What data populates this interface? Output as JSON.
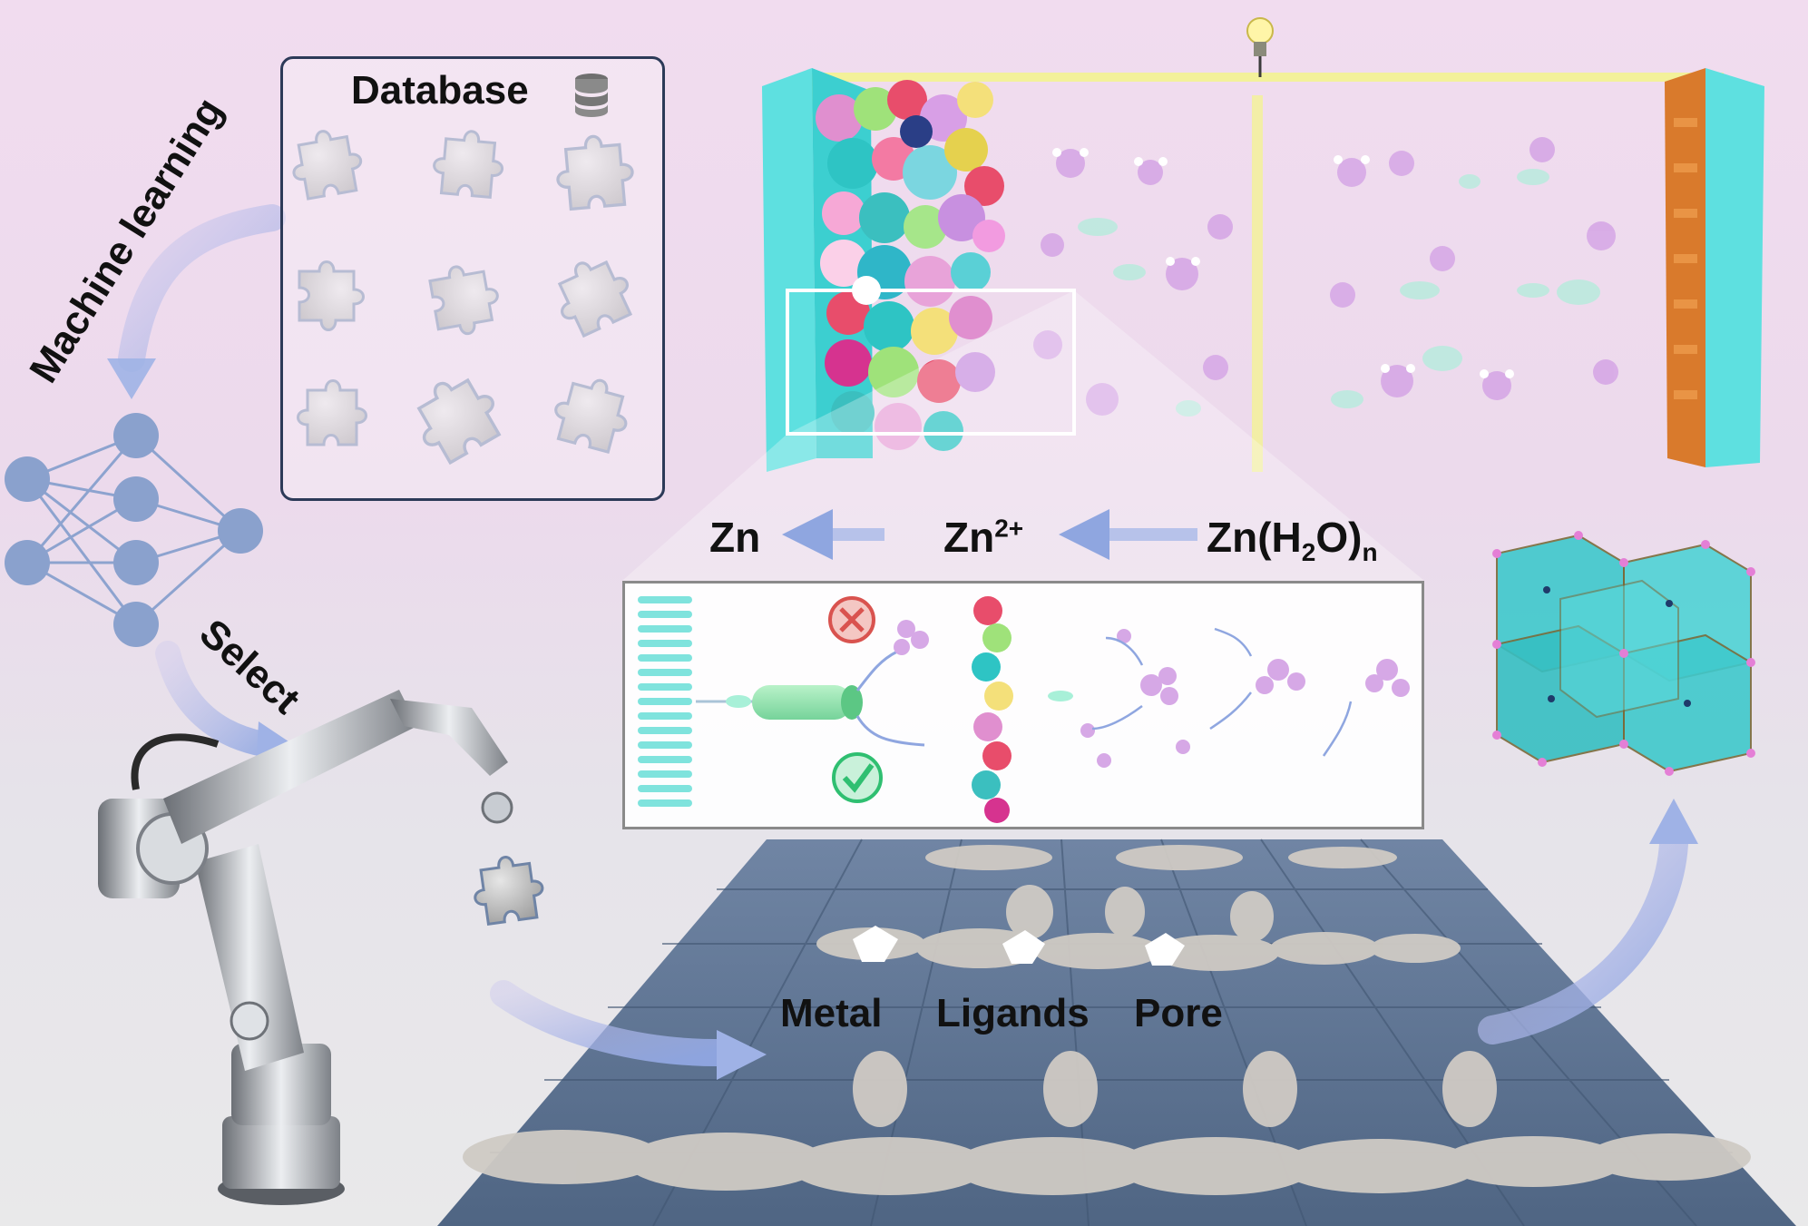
{
  "labels": {
    "machine_learning": "Machine learning",
    "select": "Select",
    "database": "Database",
    "zn": "Zn",
    "zn2_base": "Zn",
    "zn2_sup": "2+",
    "znh2o_a": "Zn(H",
    "znh2o_sub2": "2",
    "znh2o_b": "O)",
    "znh2o_subn": "n",
    "metal": "Metal",
    "ligands": "Ligands",
    "pore": "Pore"
  },
  "icons": [
    "database-icon",
    "lightbulb-icon",
    "cross-icon",
    "check-icon",
    "neural-network-icon",
    "robot-arm-icon",
    "puzzle-piece-icon"
  ],
  "colors": {
    "arrow_blue": "#a9b9e8",
    "node_blue": "#8da3cf",
    "electrode_cyan": "#5ee0e0",
    "electrode_orange": "#d97a2c",
    "wire_yellow": "#f3f19a",
    "mof_cyan": "#3fc9cc",
    "cross_red": "#d9534f",
    "check_green": "#2fbf71",
    "puzzle_floor": "#5f7696",
    "box_border": "#2c3a58"
  }
}
